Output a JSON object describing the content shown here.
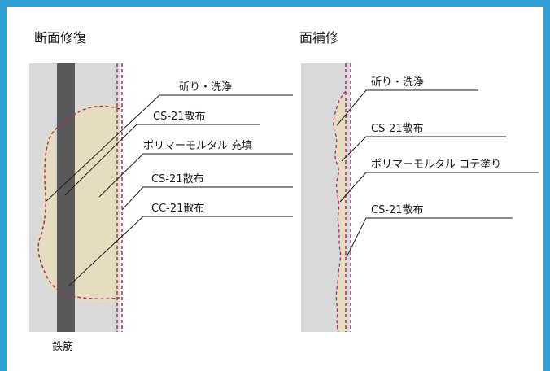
{
  "left_panel": {
    "title": "断面修復",
    "labels": [
      "斫り・洗浄",
      "CS-21散布",
      "ポリマーモルタル 充填",
      "CS-21散布",
      "CC-21散布"
    ],
    "rebar_label": "鉄筋"
  },
  "right_panel": {
    "title": "面補修",
    "labels": [
      "斫り・洗浄",
      "CS-21散布",
      "ポリマーモルタル コテ塗り",
      "CS-21散布"
    ]
  },
  "colors": {
    "frame": "#2f9fd6",
    "concrete": "#d9d9d9",
    "mortar": "#e6dcc0",
    "rebar": "#595959",
    "rebar_zone": "#bcd9ec",
    "dashed_line": "#a0306e"
  }
}
